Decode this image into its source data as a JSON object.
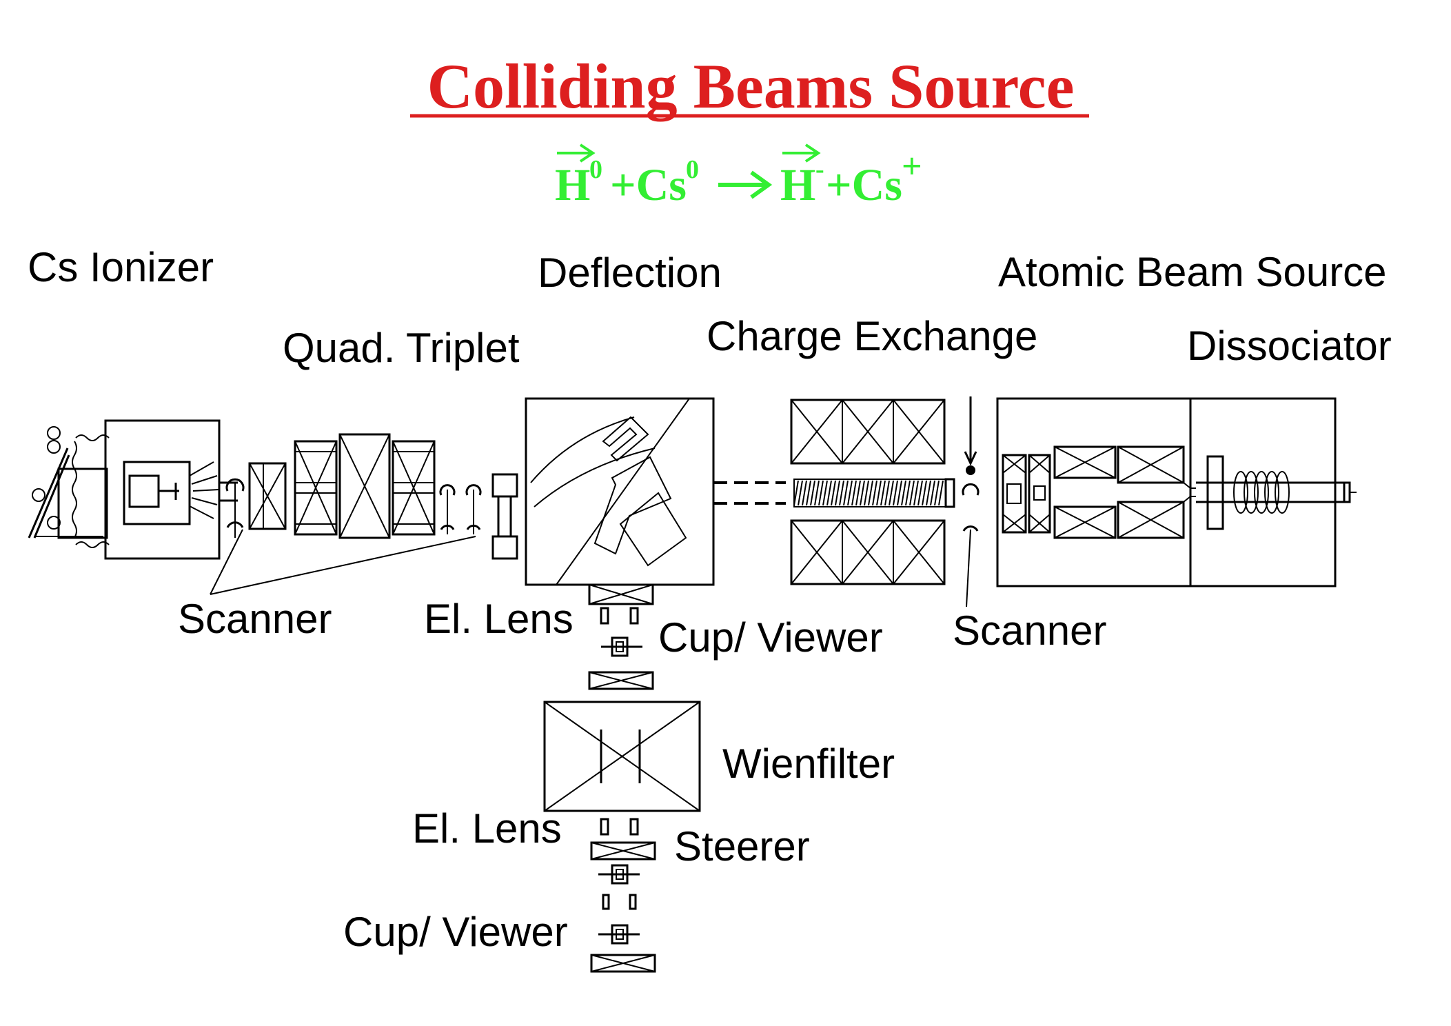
{
  "title": "Colliding Beams Source",
  "equation": {
    "h0": "H",
    "h0_sup": "0",
    "plus_cs0": "+Cs",
    "cs0_sup": "0",
    "h_minus": "H",
    "h_minus_sup": "-",
    "plus_cs_plus": "+Cs",
    "cs_plus_sup": "+"
  },
  "labels": {
    "cs_ionizer": "Cs Ionizer",
    "quad_triplet": "Quad. Triplet",
    "deflection": "Deflection",
    "charge_exchange": "Charge Exchange",
    "atomic_beam_source": "Atomic Beam Source",
    "dissociator": "Dissociator",
    "scanner_left": "Scanner",
    "el_lens_top": "El. Lens",
    "cup_viewer_top": "Cup/ Viewer",
    "scanner_right": "Scanner",
    "wienfilter": "Wienfilter",
    "el_lens_bottom": "El. Lens",
    "steerer": "Steerer",
    "cup_viewer_bottom": "Cup/ Viewer"
  },
  "colors": {
    "title": "#dd1f1f",
    "equation": "#33ee33",
    "lines": "#000000"
  }
}
